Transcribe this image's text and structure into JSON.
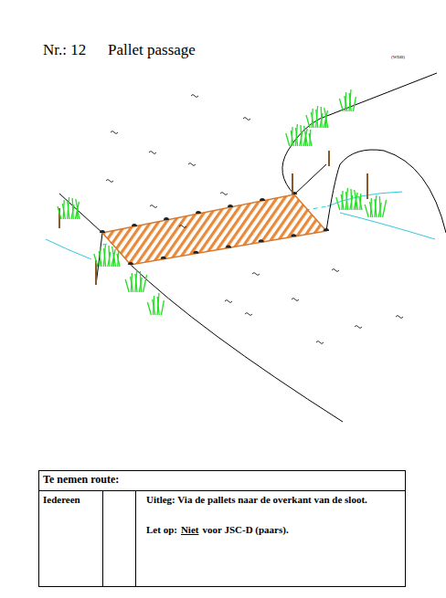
{
  "diagram": {
    "title": "Pallet passage",
    "labels": [
      "Nr.: 12",
      "(WDB)",
      "Te nemen route:",
      "Iedereen",
      "Uitleg: Via de pallets naar de overkant van de sloot.",
      "Let op:",
      "Niet",
      "voor JSC-D (paars)."
    ]
  }
}
